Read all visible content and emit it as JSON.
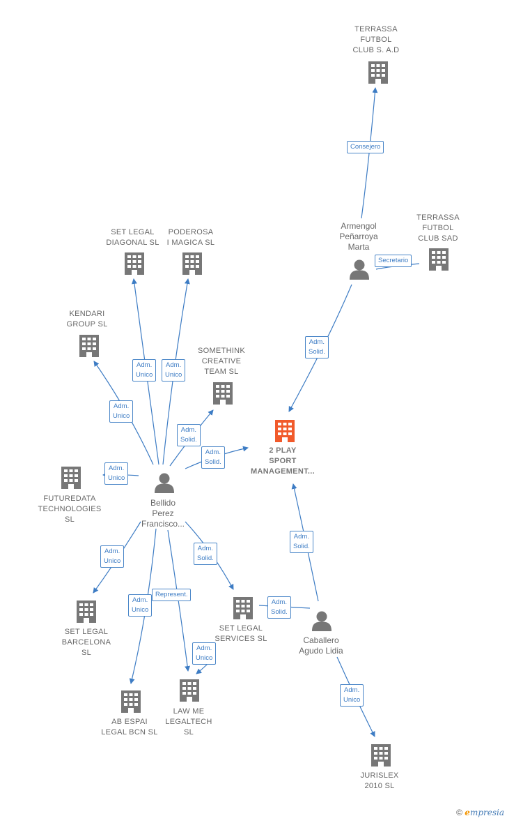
{
  "colors": {
    "edge": "#3d7cc4",
    "company": "#777777",
    "center": "#f15a2b",
    "person": "#777777"
  },
  "nodes": {
    "terrassa_sa": "TERRASSA\nFUTBOL\nCLUB S. A.D",
    "terrassa_sad": "TERRASSA\nFUTBOL\nCLUB SAD",
    "armengol": "Armengol\nPeñarroya\nMarta",
    "set_legal_diagonal": "SET LEGAL\nDIAGONAL  SL",
    "poderosa": "PODEROSA\nI MAGICA  SL",
    "kendari": "KENDARI\nGROUP  SL",
    "somethink": "SOMETHINK\nCREATIVE\nTEAM  SL",
    "center": "2 PLAY\nSPORT\nMANAGEMENT...",
    "futuredata": "FUTUREDATA\nTECHNOLOGIES\nSL",
    "bellido": "Bellido\nPerez\nFrancisco...",
    "set_legal_barcelona": "SET LEGAL\nBARCELONA\nSL",
    "set_legal_services": "SET LEGAL\nSERVICES  SL",
    "caballero": "Caballero\nAgudo Lidia",
    "ab_espai": "AB ESPAI\nLEGAL BCN SL",
    "law_me": "LAW ME\nLEGALTECH\nSL",
    "jurislex": "JURISLEX\n2010 SL"
  },
  "edges": {
    "consejero": "Consejero",
    "secretario": "Secretario",
    "armengol_center": "Adm.\nSolid.",
    "diagonal": "Adm.\nUnico",
    "poderosa": "Adm.\nUnico",
    "kendari": "Adm.\nUnico",
    "somethink": "Adm.\nSolid.",
    "bellido_center": "Adm.\nSolid.",
    "futuredata": "Adm.\nUnico",
    "barcelona": "Adm.\nUnico",
    "represent": "Represent.",
    "services": "Adm.\nSolid.",
    "caballero_services": "Adm.\nSolid.",
    "law_me": "Adm.\nUnico",
    "caballero_center": "Adm.\nSolid.",
    "jurislex": "Adm.\nUnico"
  },
  "footer": {
    "copyright": "©",
    "brand_e": "e",
    "brand_rest": "mpresia"
  }
}
